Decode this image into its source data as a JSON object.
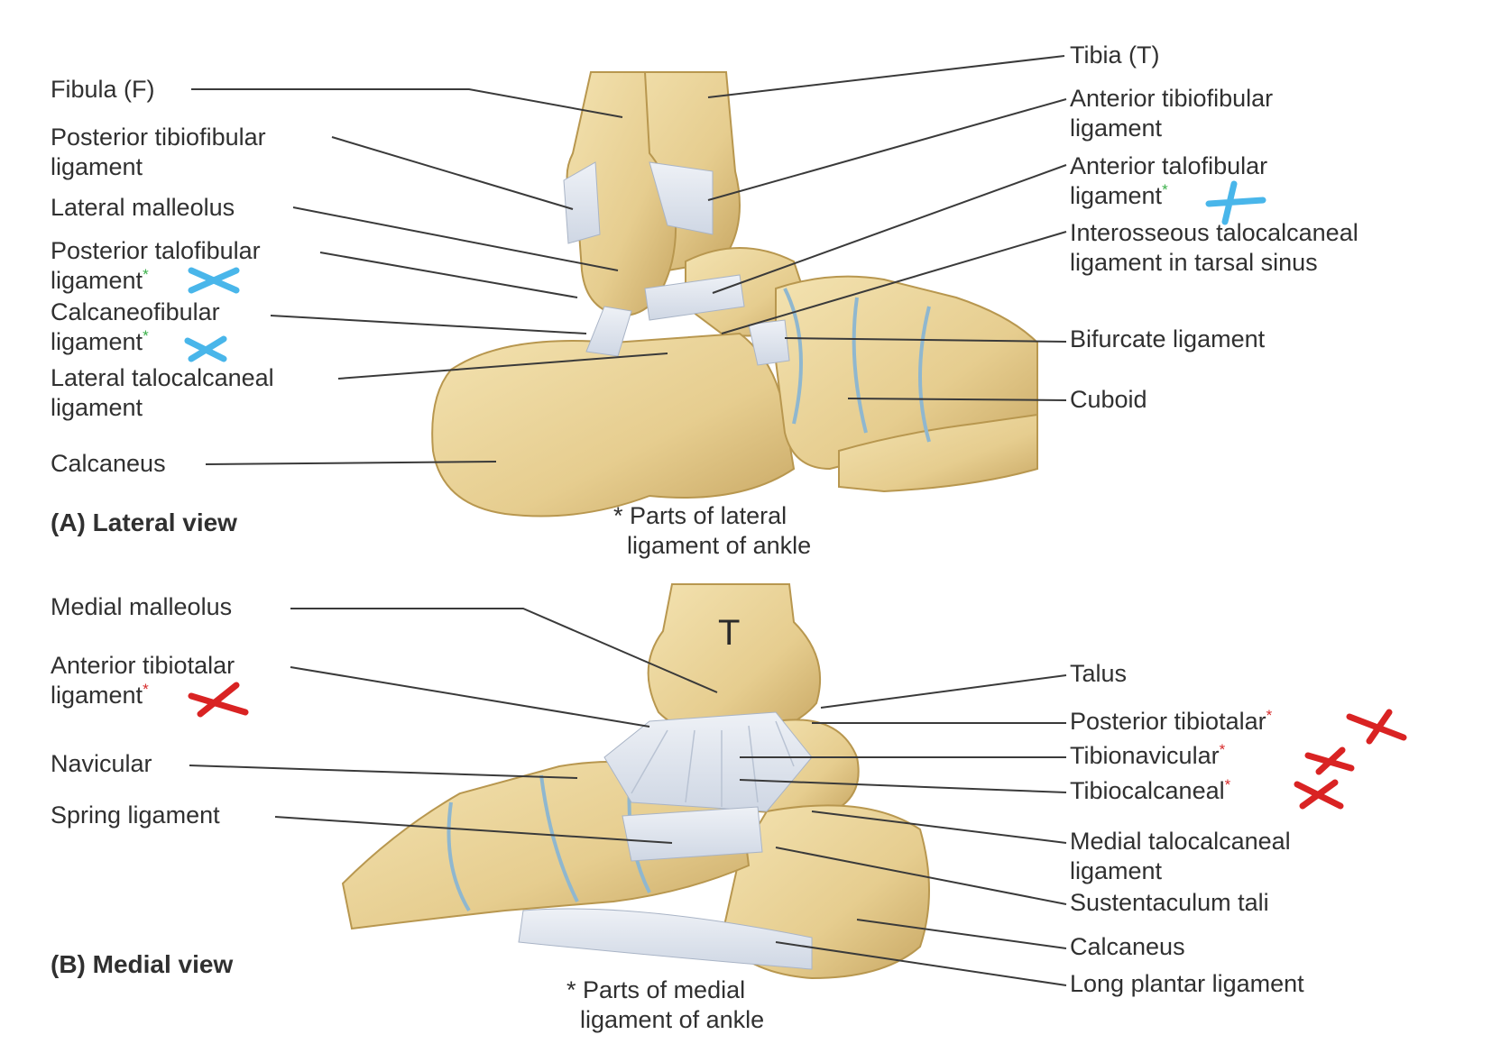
{
  "panel_a": {
    "view_label": "(A) Lateral view",
    "legend_star": "*",
    "legend_text_1": "Parts of lateral",
    "legend_text_2": "ligament of ankle",
    "left_labels": [
      {
        "line1": "Fibula (F)",
        "line2": ""
      },
      {
        "line1": "Posterior tibiofibular",
        "line2": "ligament"
      },
      {
        "line1": "Lateral malleolus",
        "line2": ""
      },
      {
        "line1": "Posterior talofibular",
        "line2": "ligament",
        "star": "*"
      },
      {
        "line1": "Calcaneofibular",
        "line2": "ligament",
        "star": "*"
      },
      {
        "line1": "Lateral talocalcaneal",
        "line2": "ligament"
      },
      {
        "line1": "Calcaneus",
        "line2": ""
      }
    ],
    "right_labels": [
      {
        "line1": "Tibia (T)",
        "line2": ""
      },
      {
        "line1": "Anterior tibiofibular",
        "line2": "ligament"
      },
      {
        "line1": "Anterior talofibular",
        "line2": "ligament",
        "star": "*"
      },
      {
        "line1": "Interosseous talocalcaneal",
        "line2": "ligament in tarsal sinus"
      },
      {
        "line1": "Bifurcate ligament",
        "line2": ""
      },
      {
        "line1": "Cuboid",
        "line2": ""
      }
    ]
  },
  "panel_b": {
    "view_label": "(B) Medial view",
    "bone_letter": "T",
    "legend_star": "*",
    "legend_text_1": "Parts of medial",
    "legend_text_2": "ligament of ankle",
    "left_labels": [
      {
        "line1": "Medial malleolus",
        "line2": ""
      },
      {
        "line1": "Anterior tibiotalar",
        "line2": "ligament",
        "star": "*"
      },
      {
        "line1": "Navicular",
        "line2": ""
      },
      {
        "line1": "Spring ligament",
        "line2": ""
      }
    ],
    "right_labels": [
      {
        "line1": "Talus",
        "line2": ""
      },
      {
        "line1": "Posterior tibiotalar",
        "line2": "",
        "star": "*"
      },
      {
        "line1": "Tibionavicular",
        "line2": "",
        "star": "*"
      },
      {
        "line1": "Tibiocalcaneal",
        "line2": "",
        "star": "*"
      },
      {
        "line1": "Medial talocalcaneal",
        "line2": "ligament"
      },
      {
        "line1": "Sustentaculum tali",
        "line2": ""
      },
      {
        "line1": "Calcaneus",
        "line2": ""
      },
      {
        "line1": "Long plantar ligament",
        "line2": ""
      }
    ]
  },
  "colors": {
    "bone": "#e8d29a",
    "bone_shade": "#c9aa62",
    "ligament": "#dfe4ee",
    "cartilage": "#9ec9e0",
    "leader": "#3a3a3a",
    "mark_blue": "#49b6ea",
    "mark_red": "#d92323"
  }
}
